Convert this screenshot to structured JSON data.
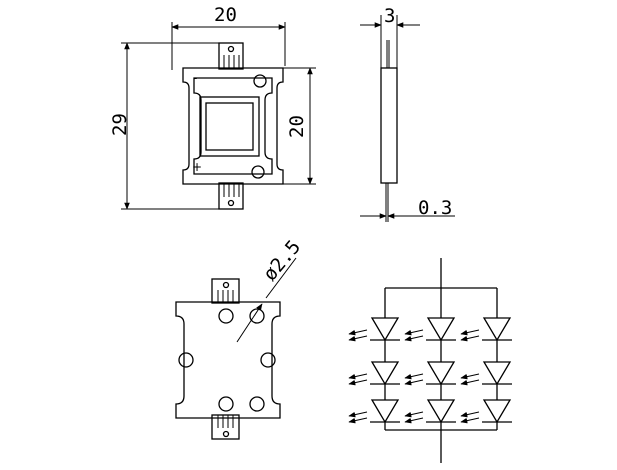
{
  "dimensions": {
    "top_width": "20",
    "left_height": "29",
    "right_height": "20",
    "side_thickness": "3",
    "lead_thickness": "0.3",
    "hole_diameter": "ø2.5"
  },
  "polarity": {
    "negative": "-",
    "positive": "+"
  },
  "schematic": {
    "rows": 3,
    "columns": 3
  }
}
